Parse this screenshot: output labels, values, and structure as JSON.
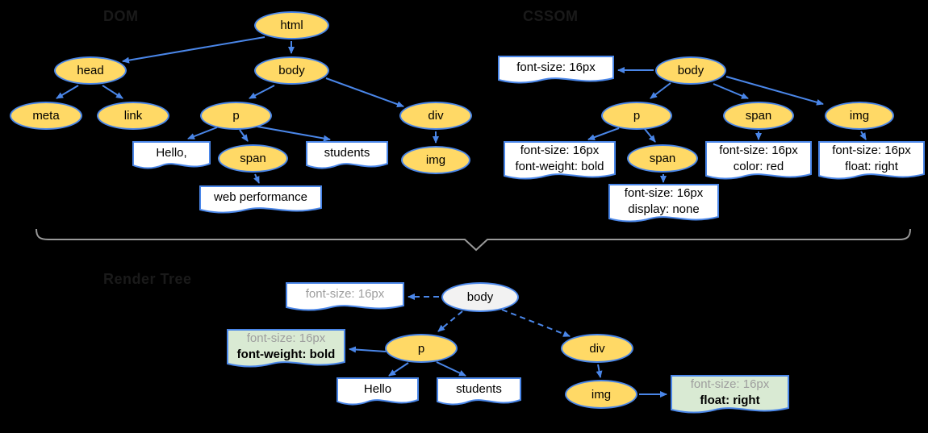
{
  "colors": {
    "background": "#000000",
    "node_fill": "#FFD966",
    "node_border": "#4A86E8",
    "arrow": "#4A86E8",
    "box_fill": "#FFFFFF",
    "green_box_fill": "#D9EAD3",
    "render_root_fill": "#F2F2F2",
    "bracket": "#999999",
    "muted_text": "#9E9E9E"
  },
  "sections": {
    "dom_label": "DOM",
    "cssom_label": "CSSOM",
    "render_label": "Render Tree"
  },
  "dom_tree": {
    "nodes": {
      "html": "html",
      "head": "head",
      "body": "body",
      "meta": "meta",
      "link": "link",
      "p": "p",
      "div": "div",
      "span": "span",
      "img": "img"
    },
    "text_boxes": {
      "hello": "Hello,",
      "students": "students",
      "web_performance": "web performance"
    }
  },
  "cssom_tree": {
    "nodes": {
      "body": "body",
      "p": "p",
      "span_body": "span",
      "img": "img",
      "span_p": "span"
    },
    "rule_boxes": {
      "body": [
        "font-size: 16px"
      ],
      "p": [
        "font-size: 16px",
        "font-weight: bold"
      ],
      "span_body": [
        "font-size: 16px",
        "color: red"
      ],
      "img": [
        "font-size: 16px",
        "float: right"
      ],
      "span_p": [
        "font-size: 16px",
        "display: none"
      ]
    }
  },
  "render_tree": {
    "nodes": {
      "body": "body",
      "p": "p",
      "div": "div",
      "img": "img"
    },
    "text_boxes": {
      "hello": "Hello",
      "students": "students"
    },
    "rule_boxes": {
      "body": [
        "font-size: 16px"
      ],
      "p": [
        "font-size: 16px",
        "font-weight: bold"
      ],
      "img": [
        "font-size: 16px",
        "float: right"
      ]
    }
  }
}
